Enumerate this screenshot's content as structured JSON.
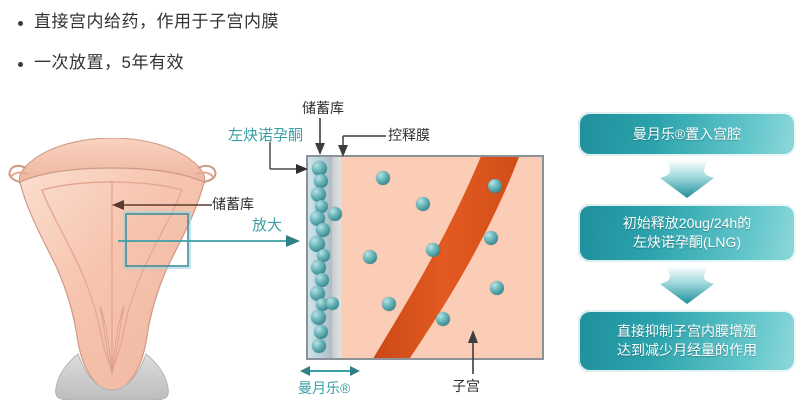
{
  "bullets": [
    {
      "text": "直接宫内给药，作用于子宫内膜"
    },
    {
      "text": "一次放置，5年有效"
    }
  ],
  "diagram": {
    "uterus_reservoir_label": "储蓄库",
    "magnify_label": "放大",
    "reservoir_label": "储蓄库",
    "levonorgestrel_label": "左炔诺孕酮",
    "control_membrane_label": "控释膜",
    "mirena_label": "曼月乐®",
    "uterus_label": "子宫",
    "colors": {
      "teal": "#3a9fa6",
      "tissue_pink": "#fbcdb6",
      "vessel_orange": "#e0551f",
      "sphere_teal": "#4a9ba2",
      "reservoir_gray": "#b9cfd8",
      "cervix_gray": "#cfcfcf",
      "line_gray": "#555555"
    }
  },
  "flow": {
    "steps": [
      {
        "lines": [
          "曼月乐®置入宫腔"
        ]
      },
      {
        "lines": [
          "初始释放20ug/24h的",
          "左炔诺孕酮(LNG)"
        ]
      },
      {
        "lines": [
          "直接抑制子宫内膜增殖",
          "达到减少月经量的作用"
        ]
      }
    ],
    "arrow_icon": "down-arrow-icon"
  }
}
